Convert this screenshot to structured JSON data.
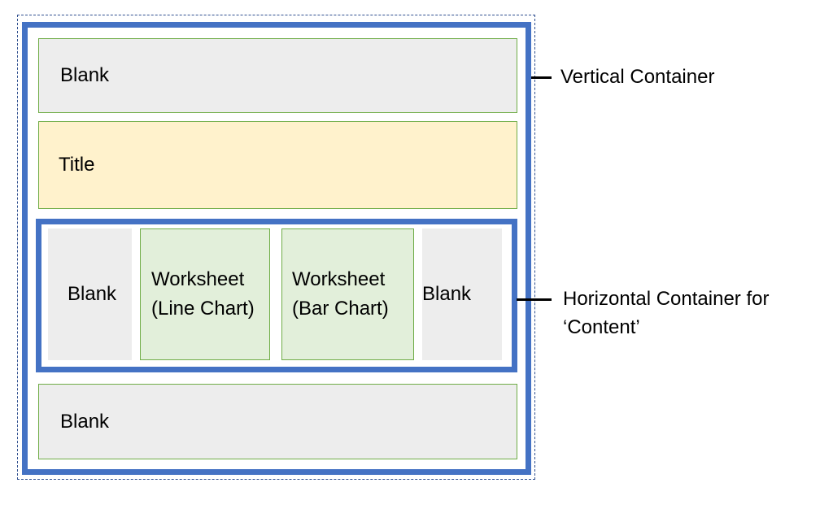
{
  "diagram": {
    "vertical_container": {
      "label": "Vertical Container",
      "rows": {
        "top_blank": "Blank",
        "title": "Title",
        "bottom_blank": "Blank"
      }
    },
    "horizontal_container": {
      "label": "Horizontal Container for\n‘Content’",
      "cells": {
        "left_blank": "Blank",
        "line_chart_sheet": "Worksheet\n(Line Chart)",
        "bar_chart_sheet": "Worksheet\n(Bar Chart)",
        "right_blank": "Blank"
      }
    }
  },
  "colors": {
    "container_border": "#4472c4",
    "blank_fill": "#ededed",
    "title_fill": "#fff2cc",
    "worksheet_fill": "#e2efda",
    "object_border": "#70ad47",
    "dashed_outline": "#2f4f8f"
  }
}
